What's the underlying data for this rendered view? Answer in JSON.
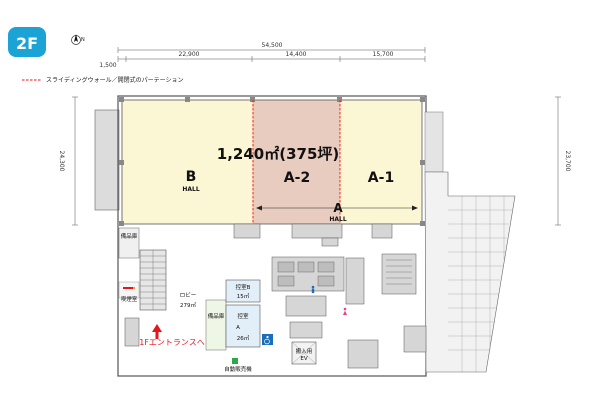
{
  "floor_badge": "2F",
  "north_label": "N",
  "dimensions": {
    "total_width": "54,500",
    "segments": [
      "1,500",
      "22,900",
      "14,400",
      "15,700"
    ],
    "left_height": "24,300",
    "right_height": "23,700"
  },
  "legend": {
    "text": "スライディングウォール／開閉式のパーテーション",
    "color": "#e8141c"
  },
  "hall": {
    "area_label": "1,240㎡(375坪)",
    "b_label": "B",
    "b_sub": "HALL",
    "a2_label": "A-2",
    "a1_label": "A-1",
    "a_label": "A",
    "a_sub": "HALL",
    "color_b": "#fbf7d4",
    "color_a1": "#fbf7d4",
    "color_a2": "#e8ccc0"
  },
  "rooms": {
    "storage_top": "備品庫",
    "smoking": "喫煙室",
    "lobby": "ロビー",
    "lobby_area": "279㎡",
    "storage_mid": "備品庫",
    "waiting_b": "控室B",
    "waiting_b_area": "15㎡",
    "waiting_a_1": "控室",
    "waiting_a_2": "A",
    "waiting_a_area": "26㎡",
    "cargo_ev_1": "搬入用",
    "cargo_ev_2": "EV",
    "vending": "自動販売機"
  },
  "entrance_label": "1Fエントランスへ",
  "icons": [
    "north-arrow-icon",
    "wheelchair-icon",
    "male-toilet-icon",
    "female-toilet-icon",
    "phone-icon",
    "vending-machine-icon"
  ]
}
